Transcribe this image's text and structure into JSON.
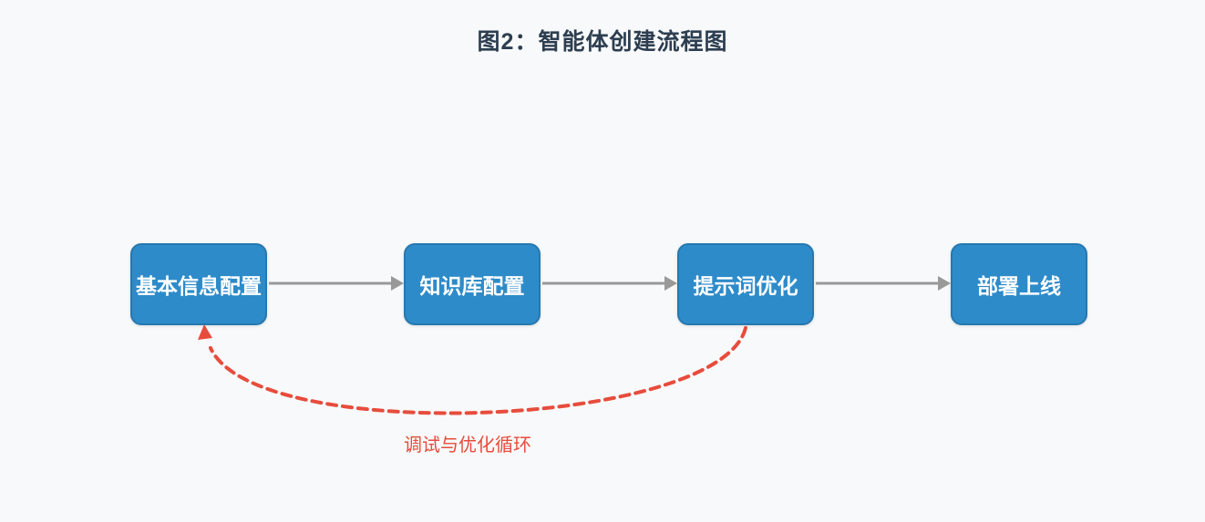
{
  "page": {
    "title": "图2：智能体创建流程图",
    "background_color": "#f8f9fa",
    "title_color": "#2c3e50"
  },
  "flowchart": {
    "nodes": [
      {
        "id": "basic-info-config",
        "label": "基本信息配置"
      },
      {
        "id": "knowledge-base-config",
        "label": "知识库配置"
      },
      {
        "id": "prompt-optimization",
        "label": "提示词优化"
      },
      {
        "id": "deploy-online",
        "label": "部署上线"
      }
    ],
    "node_style": {
      "fill": "#2e8bc9",
      "border": "#2678b0",
      "text_color": "#ffffff"
    },
    "connectors": {
      "color": "#999999",
      "direction": "left-to-right"
    },
    "loop": {
      "label": "调试与优化循环",
      "color": "#e74c3c",
      "style": "dashed",
      "from": "提示词优化",
      "to": "基本信息配置"
    }
  }
}
